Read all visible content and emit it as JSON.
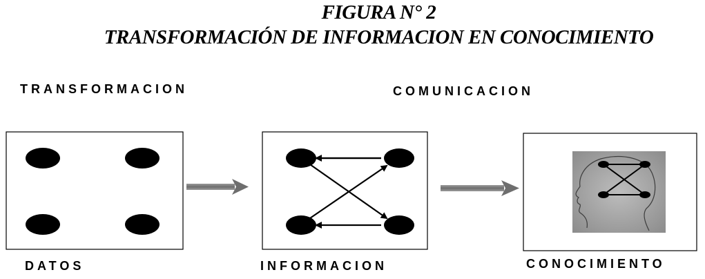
{
  "title": {
    "line1": "FIGURA N° 2",
    "line2": "TRANSFORMACIÓN DE INFORMACION EN CONOCIMIENTO"
  },
  "labels": {
    "transformacion": "TRANSFORMACION",
    "comunicacion": "COMUNICACION",
    "datos": "DATOS",
    "informacion": "INFORMACION",
    "conocimiento": "CONOCIMIENTO"
  },
  "icons": {
    "conocimiento_image": "head-with-network-icon"
  }
}
